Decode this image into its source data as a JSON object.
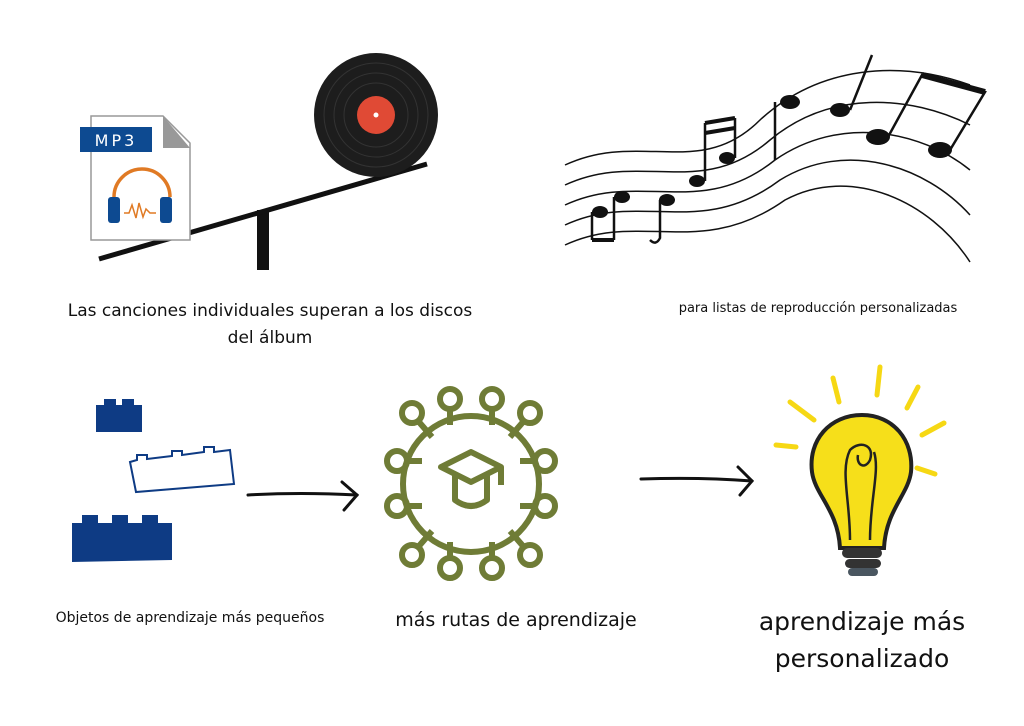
{
  "mp3_icon": {
    "label": "MP3",
    "blue": "#0d4a91",
    "orange": "#e07a24"
  },
  "vinyl": {
    "label_color": "#e04a35"
  },
  "captions": {
    "singles_line1": "Las canciones individuales superan a los discos",
    "singles_line2": "del álbum",
    "playlists": "para listas de reproducción personalizadas",
    "small_objects": "Objetos de aprendizaje más pequeños",
    "more_paths": "más rutas de aprendizaje",
    "personalized_line1": "aprendizaje más",
    "personalized_line2": "personalizado"
  },
  "colors": {
    "olive": "#6f7c36",
    "lego_blue": "#0e3b84",
    "bulb_yellow": "#f6df1a"
  },
  "icons": [
    "mp3-file-icon",
    "vinyl-record-icon",
    "seesaw-icon",
    "music-staff-icon",
    "lego-bricks-icon",
    "learning-network-icon",
    "lightbulb-icon",
    "arrow-right-icon"
  ]
}
